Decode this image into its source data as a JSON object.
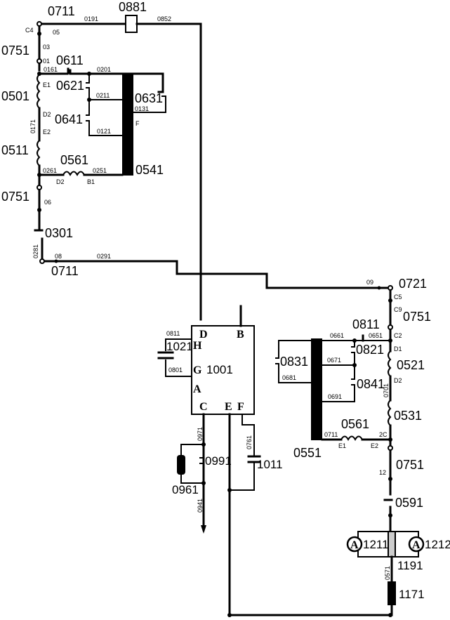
{
  "diagram": {
    "type": "electrical-schematic",
    "colors": {
      "line": "#000000",
      "background": "#ffffff"
    },
    "components": {
      "c0711_top": "0711",
      "c0881": "0881",
      "c0751_a": "0751",
      "c0611": "0611",
      "c0621": "0621",
      "c0631": "0631",
      "c0501": "0501",
      "c0641": "0641",
      "c0511": "0511",
      "c0561_a": "0561",
      "c0541": "0541",
      "c0751_b": "0751",
      "c0301": "0301",
      "c0711_bot": "0711",
      "c0721": "0721",
      "c0751_c": "0751",
      "c0811": "0811",
      "c0821": "0821",
      "c0831": "0831",
      "c0521": "0521",
      "c0841": "0841",
      "c0531": "0531",
      "c0561_b": "0561",
      "c0551": "0551",
      "c0751_d": "0751",
      "c0591": "0591",
      "c1211": "1211",
      "c1212": "1212",
      "c1191": "1191",
      "c1171": "1171",
      "c1021": "1021",
      "c1001": "1001",
      "c0991": "0991",
      "c0961": "0961",
      "c1011": "1011"
    },
    "module_pins": {
      "D": "D",
      "B": "B",
      "H": "H",
      "G": "G",
      "A": "A",
      "C": "C",
      "E": "E",
      "F": "F"
    },
    "ammeter_symbol": "A",
    "wire_tags": {
      "t0191": "0191",
      "t0852": "0852",
      "t05": "05",
      "t03": "03",
      "t01": "01",
      "t0161": "0161",
      "t0201": "0201",
      "t0211": "0211",
      "t0121": "0121",
      "t0131": "0131",
      "tE1": "E1",
      "tE2": "E2",
      "tF": "F",
      "t0171": "0171",
      "t0261": "0261",
      "t0251": "0251",
      "tD2": "D2",
      "tB1": "B1",
      "t06": "06",
      "t0281": "0281",
      "t08": "08",
      "t0291": "0291",
      "tC4": "C4",
      "tC5": "C5",
      "t09": "09",
      "tC9": "C9",
      "t0661": "0661",
      "t0651": "0651",
      "tC2": "C2",
      "tD1": "D1",
      "t0671": "0671",
      "t0681": "0681",
      "t0691": "0691",
      "t0701": "0701",
      "t0711w": "0711",
      "tE1b": "E1",
      "tE2b": "E2",
      "t2c": "2C",
      "t12": "12",
      "t0571": "0571",
      "t0801": "0801",
      "t0811w": "0811",
      "t0971": "0971",
      "t0941": "0941",
      "t0761": "0761"
    }
  }
}
